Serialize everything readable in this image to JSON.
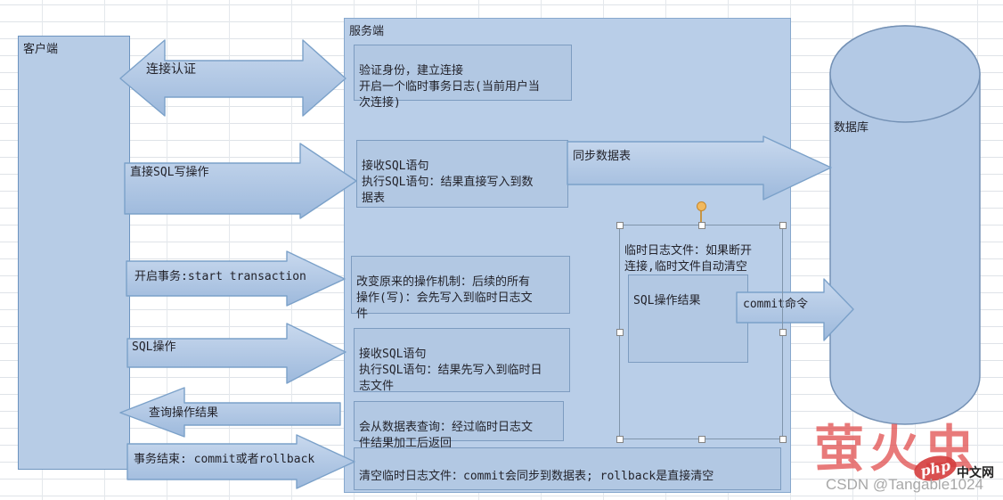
{
  "diagram": {
    "client": {
      "label": "客户端"
    },
    "server": {
      "label": "服务端",
      "boxes": [
        {
          "text": "验证身份，建立连接\n开启一个临时事务日志(当前用户当\n次连接)"
        },
        {
          "text": "接收SQL语句\n执行SQL语句：结果直接写入到数\n据表"
        },
        {
          "text": "改变原来的操作机制：后续的所有\n操作(写)：会先写入到临时日志文\n件"
        },
        {
          "text": "接收SQL语句\n执行SQL语句：结果先写入到临时日\n志文件"
        },
        {
          "text": "会从数据表查询：经过临时日志文\n件结果加工后返回"
        },
        {
          "text": "清空临时日志文件：commit会同步到数据表; rollback是直接清空"
        }
      ]
    },
    "temp_log": {
      "text": "临时日志文件：如果断开\n连接,临时文件自动清空",
      "inner_label": "SQL操作结果"
    },
    "database": {
      "label": "数据库"
    },
    "arrows": {
      "connect_auth": "连接认证",
      "direct_sql_write": "直接SQL写操作",
      "sync_table": "同步数据表",
      "start_transaction": "开启事务:start transaction",
      "sql_operation": "SQL操作",
      "query_result": "查询操作结果",
      "transaction_end": "事务结束: commit或者rollback",
      "commit_command": "commit命令"
    }
  },
  "watermark": {
    "brand": "萤火虫",
    "badge": "php",
    "site": "中文网",
    "csdn": "CSDN @Tangable1024"
  },
  "colors": {
    "shape_fill": "#b7cce6",
    "shape_border": "#7ba1c9",
    "gridline": "#e0e4e8",
    "watermark_red": "#e04848",
    "csdn_gray": "#a8a8a8"
  }
}
